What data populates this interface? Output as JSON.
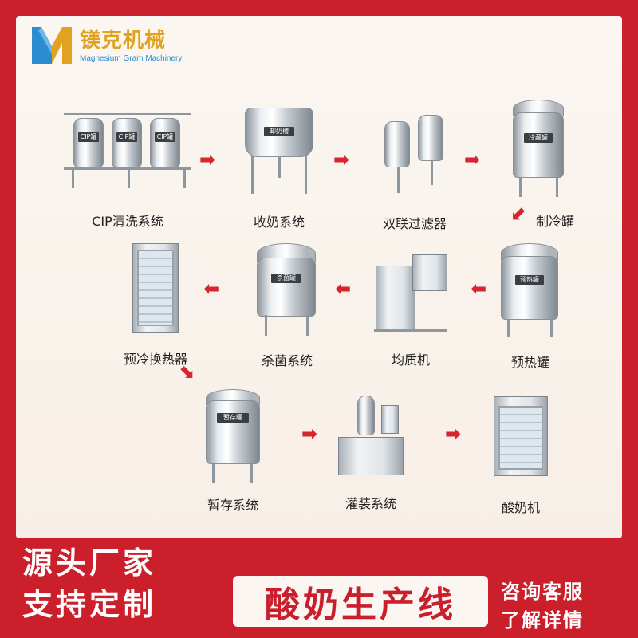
{
  "brand": {
    "name_cn": "镁克机械",
    "name_en": "Magnesium Gram Machinery",
    "colors": {
      "background": "#cc1f2c",
      "panel": "#fbf6f1",
      "logo_gold": "#e0a21f",
      "logo_blue": "#2a8dd0",
      "arrow": "#d5262f"
    }
  },
  "process": {
    "steps": [
      {
        "label": "CIP清洗系统",
        "plates": [
          "CIP罐",
          "CIP罐",
          "CIP罐"
        ]
      },
      {
        "label": "收奶系统",
        "plate": "卸奶槽"
      },
      {
        "label": "双联过滤器"
      },
      {
        "label": "制冷罐",
        "plate": "冷藏罐"
      },
      {
        "label": "预热罐",
        "plate": "预热罐"
      },
      {
        "label": "均质机"
      },
      {
        "label": "杀菌系统",
        "plate": "杀菌罐"
      },
      {
        "label": "预冷换热器"
      },
      {
        "label": "暂存系统",
        "plate": "暂存罐"
      },
      {
        "label": "灌装系统"
      },
      {
        "label": "酸奶机"
      }
    ],
    "arrow_icon": "arrow-icon"
  },
  "banner": {
    "slogan_line1": "源头厂家",
    "slogan_line2": "支持定制",
    "title": "酸奶生产线",
    "contact_line1": "咨询客服",
    "contact_line2": "了解详情"
  }
}
